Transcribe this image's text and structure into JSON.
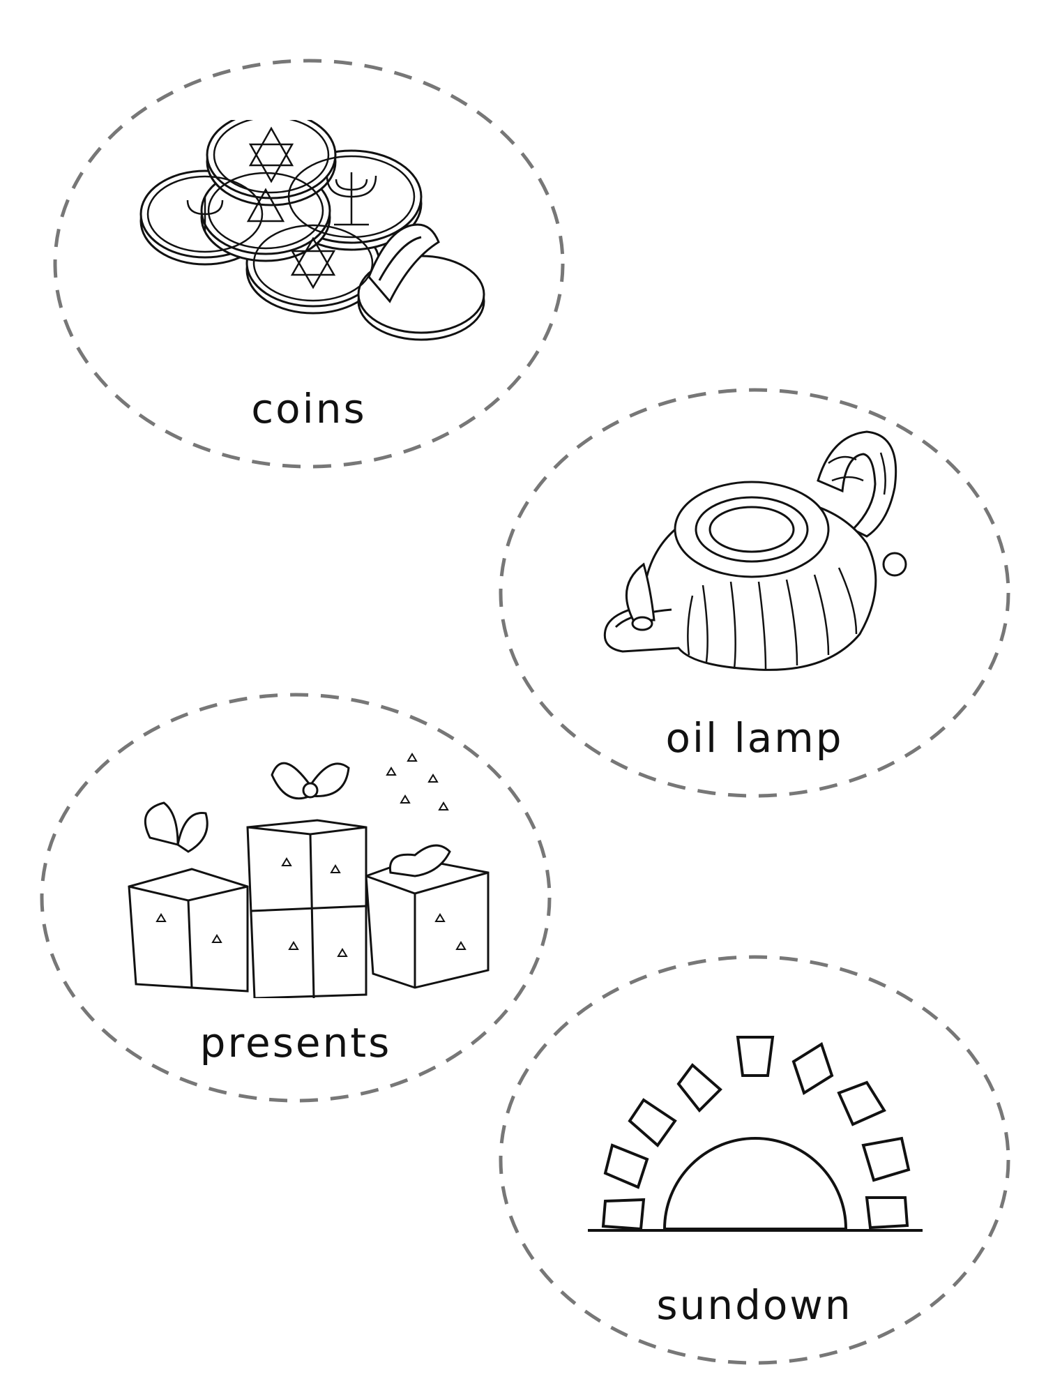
{
  "cards": [
    {
      "label": "coins",
      "icon": "chocolate-coins-icon"
    },
    {
      "label": "oil lamp",
      "icon": "oil-lamp-icon"
    },
    {
      "label": "presents",
      "icon": "presents-icon"
    },
    {
      "label": "sundown",
      "icon": "sunset-icon"
    }
  ],
  "colors": {
    "outline": "#777777",
    "ink": "#111111",
    "background": "#ffffff"
  }
}
